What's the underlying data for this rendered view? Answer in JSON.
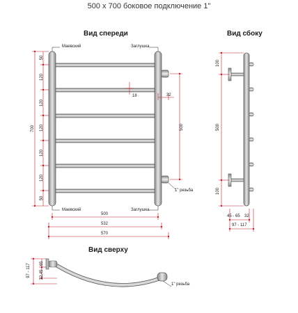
{
  "title": "500 x 700 боковое подключение 1\"",
  "views": {
    "front": "Вид спереди",
    "side": "Вид сбоку",
    "top": "Вид сверху"
  },
  "front_labels": {
    "mayevsky_top": "Маевский",
    "plug_top": "Заглушка",
    "mayevsky_bottom": "Маевский",
    "plug_bottom": "Заглушка",
    "thread": "1\" резьба"
  },
  "front_dims": {
    "total_height": "700",
    "top_offset": "50",
    "step1": "120",
    "step2": "120",
    "step3": "120",
    "step4": "120",
    "step5": "120",
    "bottom_offset": "50",
    "rung_dia": "18",
    "tube_offset": "32",
    "axis_height": "500",
    "width_500": "500",
    "width_532": "532",
    "width_570": "570"
  },
  "side_dims": {
    "top": "100",
    "middle": "500",
    "bottom": "100",
    "depth1": "45 - 65",
    "depth1b": "32",
    "depth2": "97 - 117"
  },
  "top_dims": {
    "total": "97 - 117",
    "depth": "32,45 - 65",
    "thread": "1\" резьба"
  },
  "colors": {
    "tube": "#c8c8c8",
    "tube_edge": "#555555",
    "dim_line": "#c0202a",
    "text": "#1a1a1a"
  }
}
